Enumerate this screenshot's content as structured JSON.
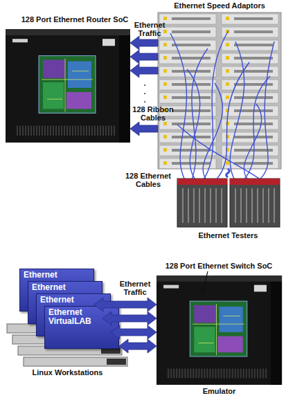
{
  "diagram": {
    "nodes": [
      {
        "text": [
          "Ethernet Speed Adaptors"
        ]
      },
      {
        "text": [
          "128 Port Ethernet Router SoC"
        ]
      },
      {
        "text": [
          "Ethernet Testers"
        ]
      },
      {
        "text": [
          "128 Port Ethernet Switch SoC",
          "Emulator"
        ]
      },
      {
        "text": [
          "Ethernet"
        ]
      },
      {
        "text": [
          "Ethernet"
        ]
      },
      {
        "text": [
          "Ethernet"
        ]
      },
      {
        "text": [
          "Ethernet VirtualLAB"
        ]
      },
      {
        "text": [
          "Linux Workstations"
        ]
      }
    ],
    "edges": [
      {
        "from": 0,
        "to": 1,
        "arrow": "to"
      },
      {
        "from": 0,
        "to": 1,
        "arrow": "to"
      },
      {
        "from": 0,
        "to": 1,
        "arrow": "to"
      },
      {
        "from": 0,
        "to": 1,
        "arrow": "to"
      },
      {
        "from": 2,
        "to": 0,
        "arrow": "none"
      },
      {
        "from": 4,
        "to": 3,
        "arrow": "both"
      },
      {
        "from": 5,
        "to": 3,
        "arrow": "both"
      },
      {
        "from": 6,
        "to": 3,
        "arrow": "both"
      },
      {
        "from": 7,
        "to": 3,
        "arrow": "both"
      }
    ],
    "labels": [
      "Ethernet Traffic",
      ".",
      ".",
      ".",
      "128 Ribbon Cables",
      "128 Ethernet Cables",
      "Ethernet Traffic"
    ]
  }
}
